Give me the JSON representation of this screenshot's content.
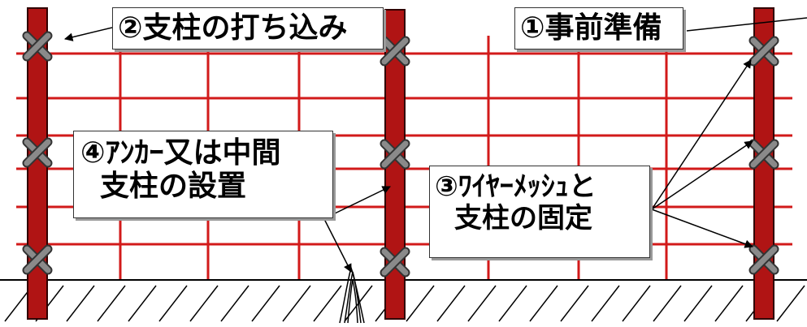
{
  "labels": {
    "step1": "①事前準備",
    "step2": "②支柱の打ち込み",
    "step3_line1": "③ﾜｲﾔｰﾒｯｼｭと",
    "step3_line2": "支柱の固定",
    "step4_line1": "④ｱﾝｶｰ又は中間",
    "step4_line2": "支柱の設置"
  },
  "colors": {
    "mesh": "#d21a1a",
    "post": "#b01414",
    "clamp": "#8a8a8a",
    "ground": "#000000"
  }
}
